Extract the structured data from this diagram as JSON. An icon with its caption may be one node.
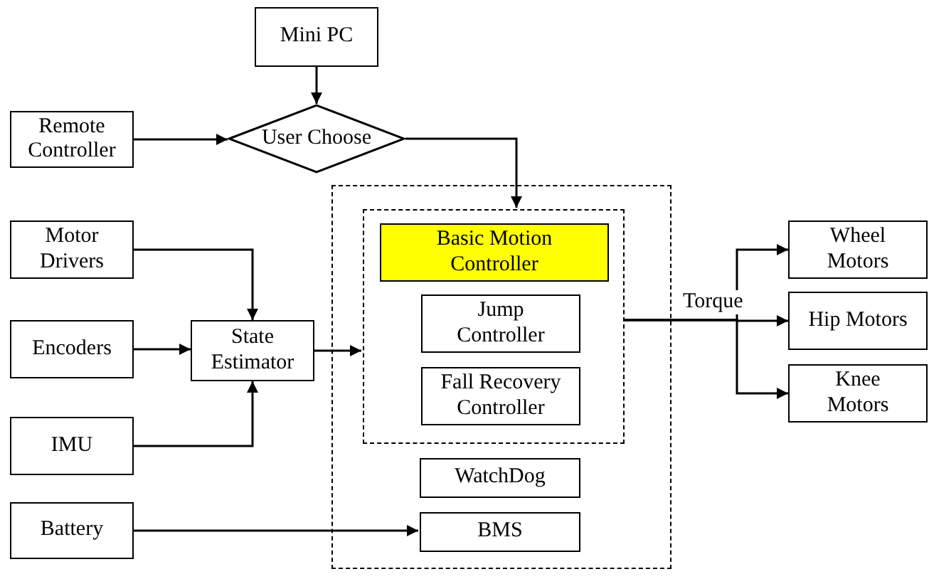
{
  "diagram": {
    "nodes": [
      {
        "text": [
          "Mini PC"
        ]
      },
      {
        "text": [
          "Remote Controller"
        ]
      },
      {
        "text": [
          "User Choose"
        ]
      },
      {
        "text": [],
        "shape": "box"
      },
      {
        "text": [],
        "shape": "box",
        "in": 3
      },
      {
        "text": [
          "Basic Motion Controller"
        ],
        "in": 4
      },
      {
        "text": [
          "Jump Controller"
        ],
        "in": 4
      },
      {
        "text": [
          "Fall Recovery Controller"
        ],
        "in": 4
      },
      {
        "text": [
          "WatchDog"
        ],
        "in": 3
      },
      {
        "text": [
          "BMS"
        ],
        "in": 3
      },
      {
        "text": [
          "Motor Drivers"
        ]
      },
      {
        "text": [
          "Encoders"
        ]
      },
      {
        "text": [
          "State Estimator"
        ]
      },
      {
        "text": [
          "IMU"
        ]
      },
      {
        "text": [
          "Battery"
        ]
      },
      {
        "text": [
          "Wheel Motors"
        ]
      },
      {
        "text": [
          "Hip Motors"
        ]
      },
      {
        "text": [
          "Knee Motors"
        ]
      }
    ],
    "edges": [
      {
        "from": 0,
        "to": 2,
        "arrow": "to"
      },
      {
        "from": 1,
        "to": 2,
        "arrow": "to"
      },
      {
        "from": 2,
        "to": 4,
        "arrow": "to"
      },
      {
        "from": 10,
        "to": 12,
        "arrow": "to"
      },
      {
        "from": 11,
        "to": 12,
        "arrow": "to"
      },
      {
        "from": 13,
        "to": 12,
        "arrow": "to"
      },
      {
        "from": 12,
        "to": 4,
        "arrow": "to"
      },
      {
        "from": 14,
        "to": 9,
        "arrow": "to"
      },
      {
        "from": 4,
        "to": 15,
        "arrow": "to"
      },
      {
        "from": 4,
        "to": 16,
        "arrow": "to",
        "label": "Torque"
      },
      {
        "from": 4,
        "to": 17,
        "arrow": "to"
      }
    ]
  }
}
